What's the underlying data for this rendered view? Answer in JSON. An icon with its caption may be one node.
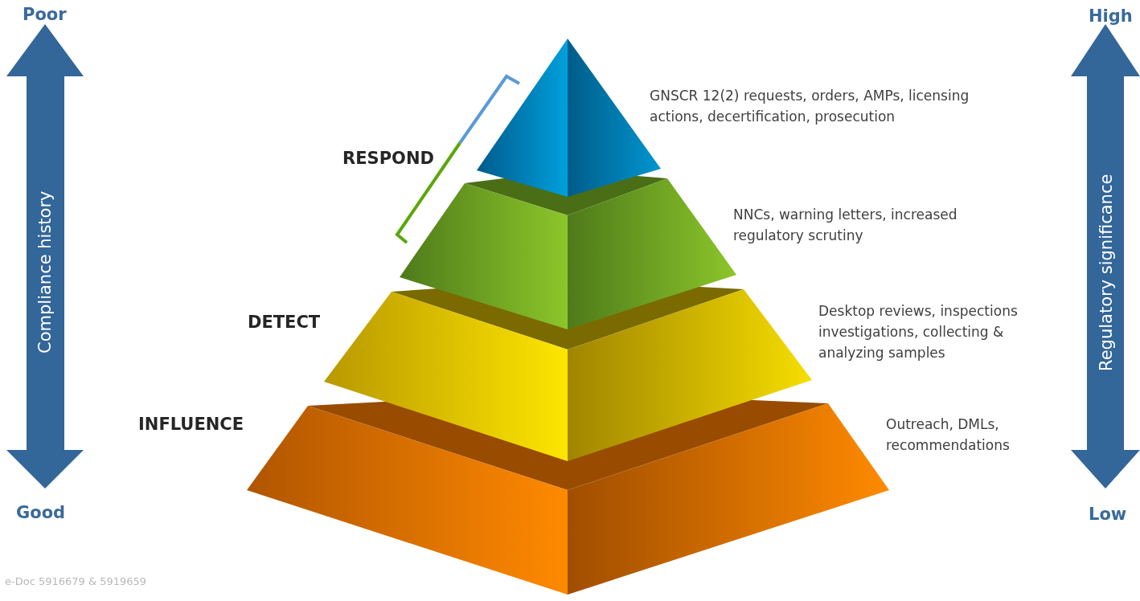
{
  "diagram": {
    "labels": [
      "Poor",
      "High",
      "GNSCR 12(2) requests, orders, AMPs, licensing actions, decertification, prosecution",
      "RESPOND",
      "Compliance history",
      "Regulatory significance",
      "NNCs, warning letters, increased regulatory scrutiny",
      "DETECT",
      "Desktop reviews, inspections investigations, collecting & analyzing samples",
      "INFLUENCE",
      "Outreach, DMLs, recommendations",
      "Good",
      "Low",
      "e-Doc 5916679 & 5919659"
    ]
  }
}
